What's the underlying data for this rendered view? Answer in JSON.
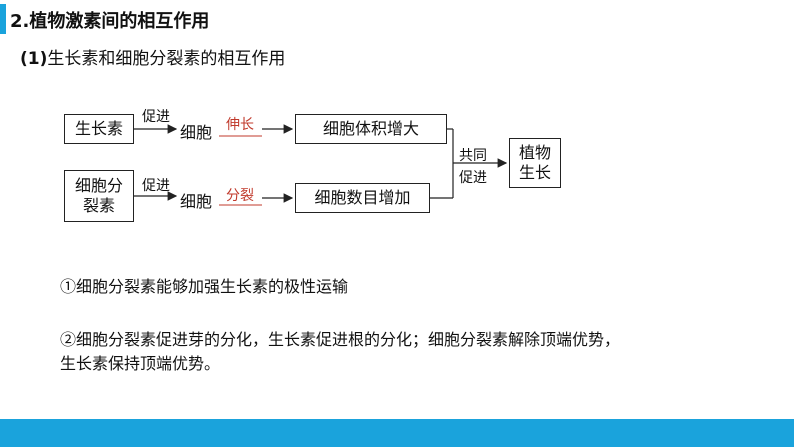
{
  "heading": "2.植物激素间的相互作用",
  "subheading": {
    "num": "(1)",
    "text": "生长素和细胞分裂素的相互作用"
  },
  "diagram": {
    "box_auxin": "生长素",
    "box_cytokinin": "细胞分\n裂素",
    "promote_top": "促进",
    "promote_bottom": "促进",
    "cell_top": "细胞",
    "cell_bottom": "细胞",
    "elongate": "伸长",
    "divide": "分裂",
    "box_volume": "细胞体积增大",
    "box_number": "细胞数目增加",
    "together_line1": "共同",
    "together_line2": "促进",
    "box_plant": "植物\n生长",
    "accent_color": "#c0392b"
  },
  "points": [
    "①细胞分裂素能够加强生长素的极性运输",
    "②细胞分裂素促进芽的分化，生长素促进根的分化；细胞分裂素解除顶端优势，",
    "生长素保持顶端优势。"
  ],
  "brand_color": "#1aa3dc"
}
